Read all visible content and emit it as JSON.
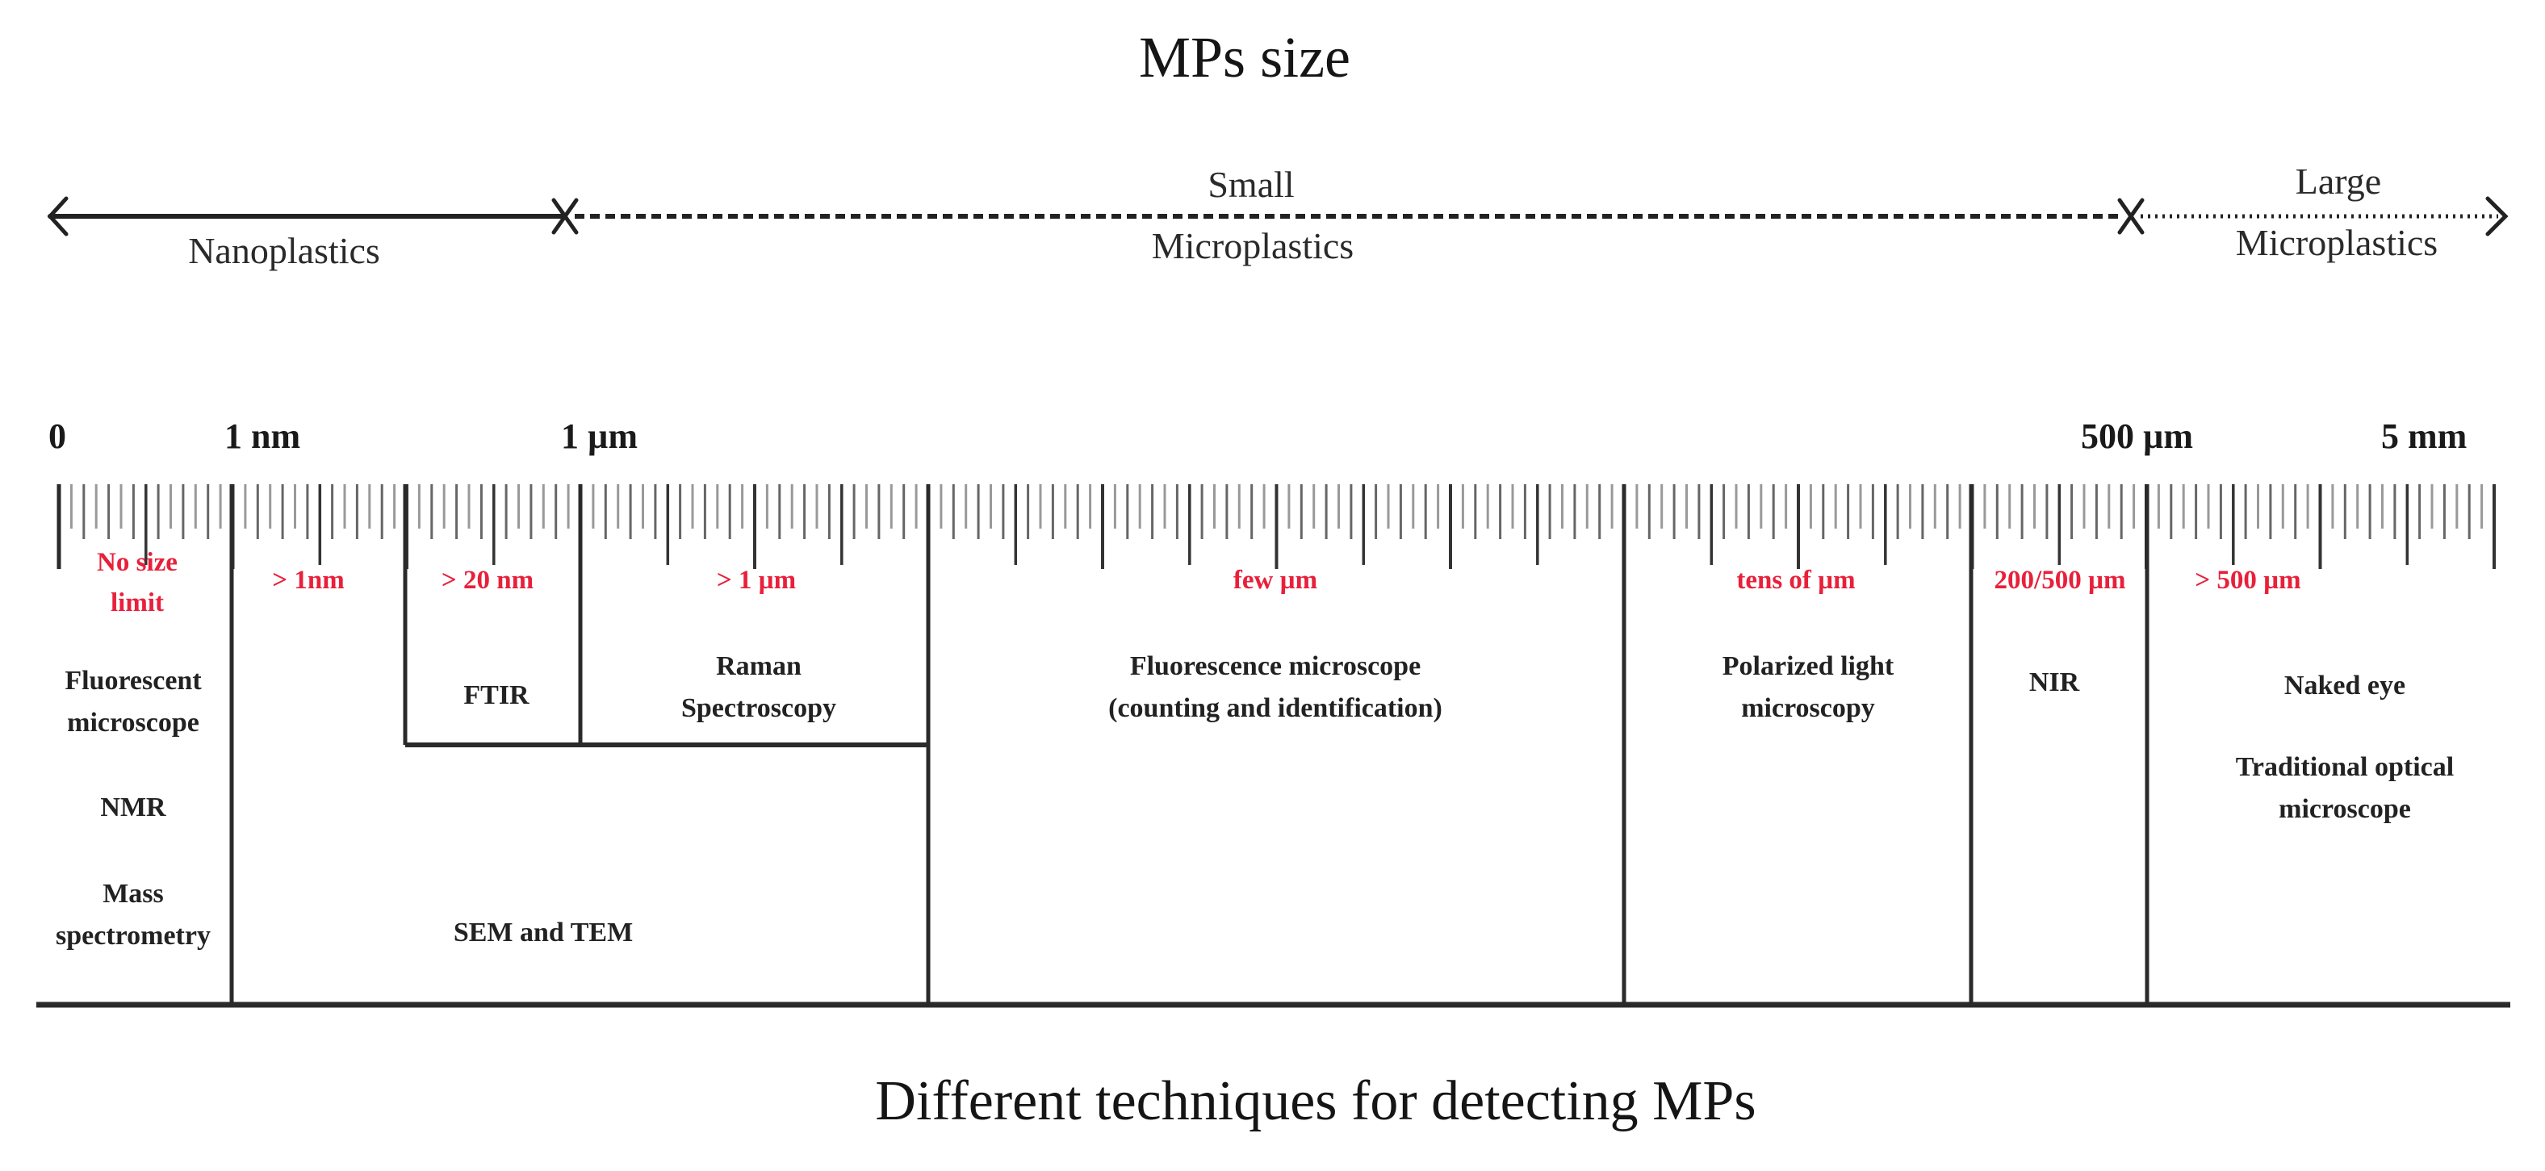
{
  "diagram": {
    "title": "MPs size",
    "caption": "Different techniques for detecting MPs",
    "size_categories": [
      {
        "id": "nano",
        "lines": [
          "Nanoplastics"
        ],
        "line_style": "solid"
      },
      {
        "id": "small",
        "lines": [
          "Small",
          "Microplastics"
        ],
        "line_style": "dashed"
      },
      {
        "id": "large",
        "lines": [
          "Large",
          "Microplastics"
        ],
        "line_style": "dotted"
      }
    ],
    "ruler_labels": [
      "0",
      "1 nm",
      "1 µm",
      "500 µm",
      "5 mm"
    ],
    "size_limits": [
      {
        "text": "No size\nlimit"
      },
      {
        "text": "> 1nm"
      },
      {
        "text": "> 20 nm"
      },
      {
        "text": "> 1 µm"
      },
      {
        "text": "few µm"
      },
      {
        "text": "tens of µm"
      },
      {
        "text": "200/500 µm"
      },
      {
        "text": "> 500 µm"
      }
    ],
    "techniques": [
      {
        "name": "Fluorescent\nmicroscope",
        "limit": "No size limit"
      },
      {
        "name": "NMR",
        "limit": "No size limit"
      },
      {
        "name": "Mass\nspectrometry",
        "limit": "No size limit"
      },
      {
        "name": "SEM and TEM",
        "limit": "> 1nm"
      },
      {
        "name": "FTIR",
        "limit": "> 20 nm"
      },
      {
        "name": "Raman\nSpectroscopy",
        "limit": "> 1 µm"
      },
      {
        "name": "Fluorescence microscope\n(counting and identification)",
        "limit": "few µm"
      },
      {
        "name": "Polarized light\nmicroscopy",
        "limit": "tens of µm"
      },
      {
        "name": "NIR",
        "limit": "200/500 µm"
      },
      {
        "name": "Naked eye",
        "limit": "> 500 µm"
      },
      {
        "name": "Traditional optical\nmicroscope",
        "limit": "> 500 µm"
      }
    ],
    "colors": {
      "limit_text": "#e8203a",
      "lines": "#222222",
      "text": "#1a1a1a"
    }
  }
}
